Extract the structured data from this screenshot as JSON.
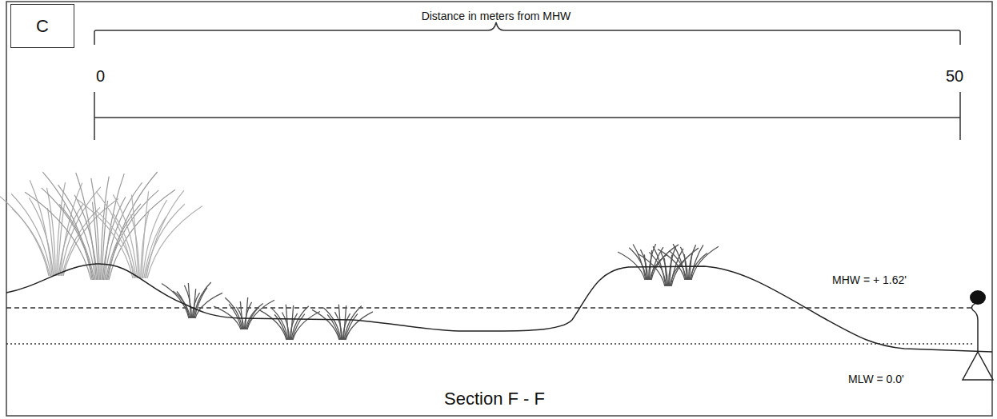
{
  "diagram": {
    "caption": "Section F - F",
    "nodes": [
      {
        "text": [
          "C"
        ]
      }
    ],
    "labels": [
      "Distance in meters from MHW",
      "0",
      "50",
      "MHW = + 1.62'",
      "MLW = 0.0'"
    ]
  }
}
